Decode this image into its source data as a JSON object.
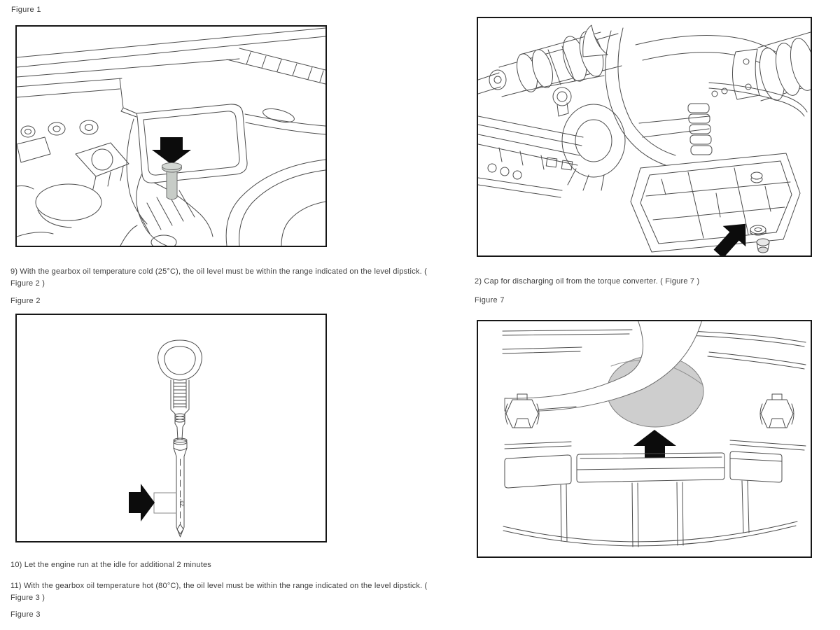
{
  "page": {
    "background": "#ffffff",
    "text_color": "#3d3d3d",
    "drawing_line_color": "#4c4c4c",
    "frame_border_color": "#161616",
    "arrow_color": "#0c0c0c",
    "shade_color": "#cecece"
  },
  "left_column": {
    "figure1_label": "Figure 1",
    "step_9": "9) With the gearbox oil temperature cold (25°C), the oil level must be within the range indicated on the level dipstick. ( Figure 2 )",
    "figure2_label": "Figure 2",
    "step_10": "10) Let the engine run at the idle for additional 2 minutes",
    "step_11": "11) With the gearbox oil temperature hot (80°C), the oil level must be within the range indicated on the level dipstick. ( Figure 3 )",
    "figure3_label": "Figure 3"
  },
  "right_column": {
    "step_2": "2) Cap for discharging oil from the torque converter. ( Figure 7 )",
    "figure7_label": "Figure 7"
  },
  "figures": {
    "figure2_marking": "25°"
  }
}
